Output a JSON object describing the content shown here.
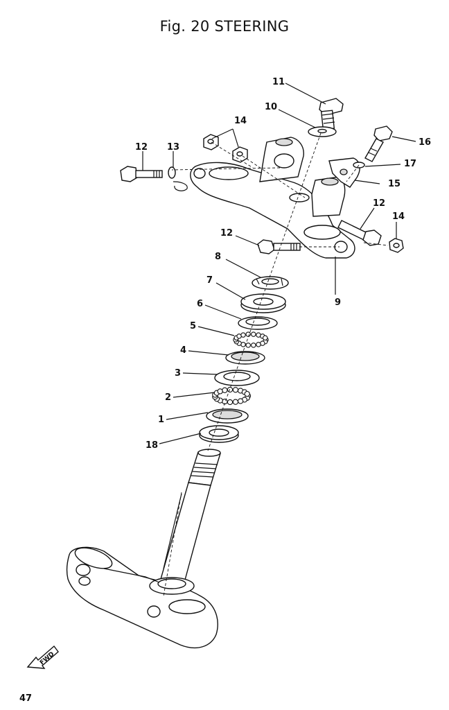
{
  "figure": {
    "title": "Fig. 20 STEERING",
    "page_number": "47",
    "fwd_label": "FWD"
  },
  "callouts": [
    {
      "id": "c1",
      "text": "1"
    },
    {
      "id": "c2",
      "text": "2"
    },
    {
      "id": "c3",
      "text": "3"
    },
    {
      "id": "c4",
      "text": "4"
    },
    {
      "id": "c5",
      "text": "5"
    },
    {
      "id": "c6",
      "text": "6"
    },
    {
      "id": "c7",
      "text": "7"
    },
    {
      "id": "c8",
      "text": "8"
    },
    {
      "id": "c9",
      "text": "9"
    },
    {
      "id": "c10",
      "text": "10"
    },
    {
      "id": "c11",
      "text": "11"
    },
    {
      "id": "c12a",
      "text": "12"
    },
    {
      "id": "c12b",
      "text": "12"
    },
    {
      "id": "c12c",
      "text": "12"
    },
    {
      "id": "c13",
      "text": "13"
    },
    {
      "id": "c14a",
      "text": "14"
    },
    {
      "id": "c14b",
      "text": "14"
    },
    {
      "id": "c15",
      "text": "15"
    },
    {
      "id": "c16",
      "text": "16"
    },
    {
      "id": "c17",
      "text": "17"
    },
    {
      "id": "c18",
      "text": "18"
    }
  ]
}
